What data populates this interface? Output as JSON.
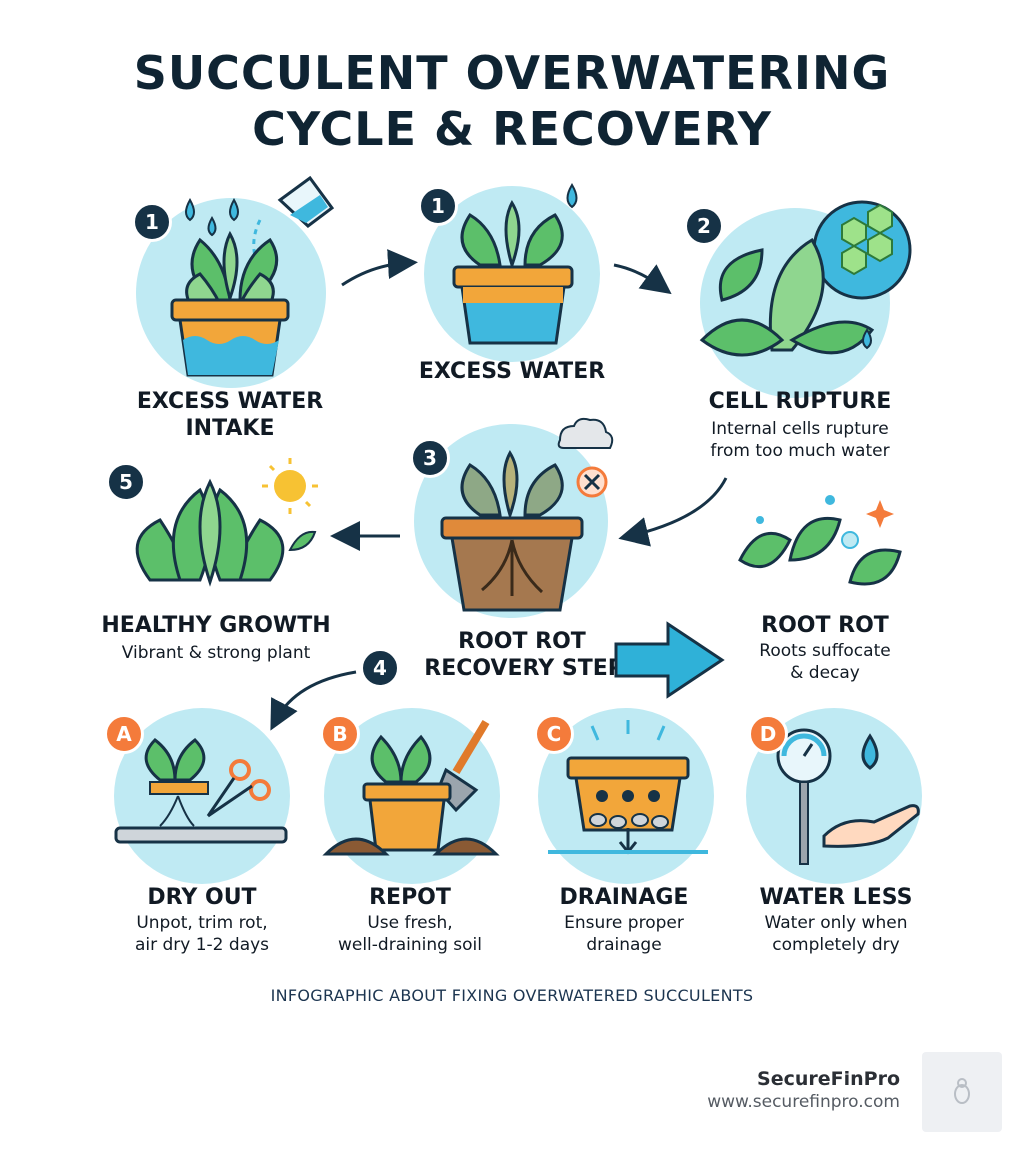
{
  "title": {
    "line1": "SUCCULENT OVERWATERING",
    "line2": "CYCLE & RECOVERY"
  },
  "steps": [
    {
      "badge": "1",
      "label_line1": "EXCESS WATER",
      "label_line2": "INTAKE",
      "icon": "watering-pot-icon"
    },
    {
      "badge": "1",
      "label": "EXCESS WATER",
      "icon": "flooded-pot-icon"
    },
    {
      "badge": "2",
      "label": "CELL RUPTURE",
      "desc_line1": "Internal cells rupture",
      "desc_line2": "from too much water",
      "icon": "ruptured-leaf-icon"
    },
    {
      "badge": "3",
      "icon": "rotting-succulent-icon"
    },
    {
      "label": "ROOT ROT",
      "desc_line1": "Roots suffocate",
      "desc_line2": "& decay",
      "icon": "leaves-icon"
    },
    {
      "badge": "5",
      "label": "HEALTHY GROWTH",
      "desc": "Vibrant & strong plant",
      "icon": "healthy-succulent-icon"
    }
  ],
  "center": {
    "label_line1": "ROOT ROT",
    "label_line2": "RECOVERY STEPS",
    "badge": "4"
  },
  "recovery": [
    {
      "badge": "A",
      "label": "DRY OUT",
      "desc_line1": "Unpot, trim rot,",
      "desc_line2": "air dry 1-2 days",
      "icon": "scissors-icon"
    },
    {
      "badge": "B",
      "label": "REPOT",
      "desc_line1": "Use fresh,",
      "desc_line2": "well-draining soil",
      "icon": "trowel-icon"
    },
    {
      "badge": "C",
      "label": "DRAINAGE",
      "desc_line1": "Ensure proper",
      "desc_line2": "drainage",
      "icon": "drainage-pot-icon"
    },
    {
      "badge": "D",
      "label": "WATER LESS",
      "desc_line1": "Water only when",
      "desc_line2": "completely dry",
      "icon": "moisture-meter-icon"
    }
  ],
  "caption": "INFOGRAPHIC ABOUT FIXING OVERWATERED SUCCULENTS",
  "brand": {
    "name": "SecureFinPro",
    "url": "www.securefinpro.com"
  },
  "colors": {
    "navy": "#163246",
    "orange": "#f47b3b",
    "circle": "#bfeaf3",
    "leaf": "#5cbf6a",
    "water": "#3fb8de",
    "pot": "#f2a63a"
  }
}
